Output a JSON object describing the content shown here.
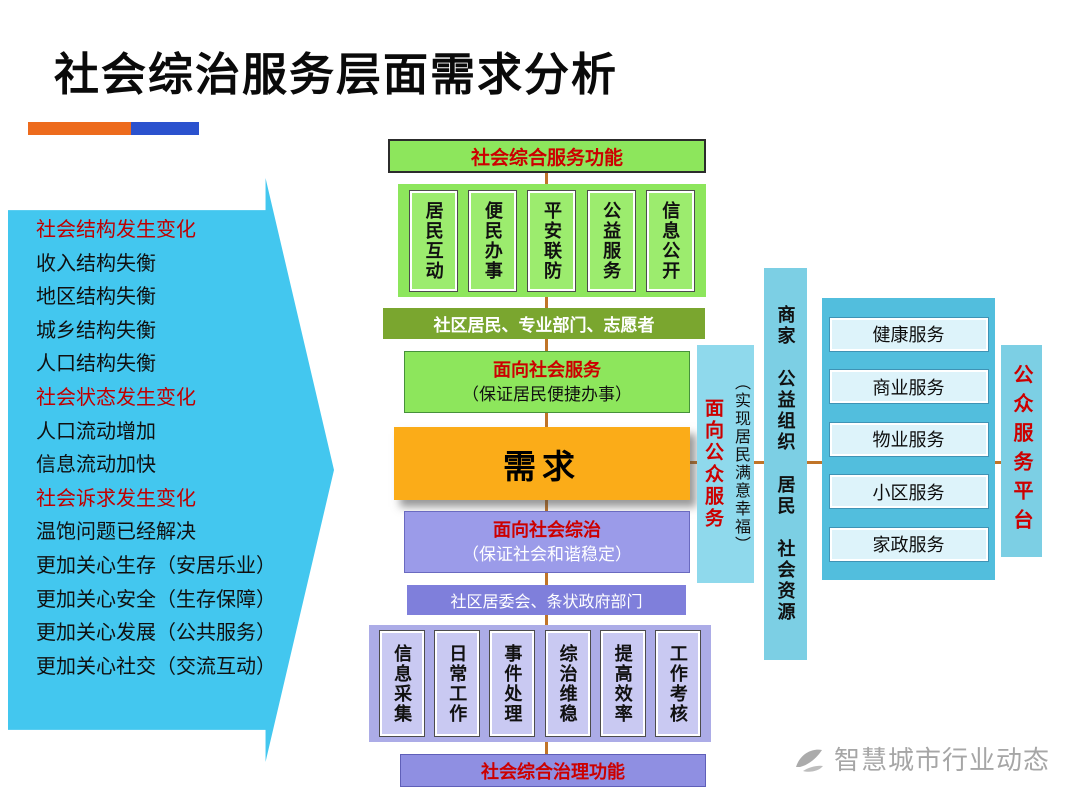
{
  "title": "社会综治服务层面需求分析",
  "colors": {
    "arrow_cyan": "#43C7EF",
    "green": "#8DE65C",
    "olive": "#7AA62F",
    "orange": "#FBAC18",
    "purple_light": "#9B9BE9",
    "purple": "#7F7FDB",
    "cyan_strip": "#7CCFE4",
    "connector": "#C07428",
    "red_text": "#CC0000",
    "bar_orange": "#ED6B1D",
    "bar_blue": "#2B52CE"
  },
  "left_arrow": {
    "items": [
      {
        "text": "社会结构发生变化",
        "emphasis": true
      },
      {
        "text": "收入结构失衡",
        "emphasis": false
      },
      {
        "text": "地区结构失衡",
        "emphasis": false
      },
      {
        "text": "城乡结构失衡",
        "emphasis": false
      },
      {
        "text": "人口结构失衡",
        "emphasis": false
      },
      {
        "text": "社会状态发生变化",
        "emphasis": true
      },
      {
        "text": "人口流动增加",
        "emphasis": false
      },
      {
        "text": "信息流动加快",
        "emphasis": false
      },
      {
        "text": "社会诉求发生变化",
        "emphasis": true
      },
      {
        "text": "温饱问题已经解决",
        "emphasis": false
      },
      {
        "text": "更加关心生存（安居乐业）",
        "emphasis": false
      },
      {
        "text": "更加关心安全（生存保障）",
        "emphasis": false
      },
      {
        "text": "更加关心发展（公共服务）",
        "emphasis": false
      },
      {
        "text": "更加关心社交（交流互动）",
        "emphasis": false
      }
    ]
  },
  "center": {
    "top_function": "社会综合服务功能",
    "service_items": [
      "居民互动",
      "便民办事",
      "平安联防",
      "公益服务",
      "信息公开"
    ],
    "service_actors": "社区居民、专业部门、志愿者",
    "social_service": {
      "title": "面向社会服务",
      "subtitle": "（保证居民便捷办事）"
    },
    "demand": "需求",
    "governance": {
      "title": "面向社会综治",
      "subtitle": "（保证社会和谐稳定）"
    },
    "governance_actors": "社区居委会、条状政府部门",
    "governance_items": [
      "信息采集",
      "日常工作",
      "事件处理",
      "综治维稳",
      "提高效率",
      "工作考核"
    ],
    "bottom_function": "社会综合治理功能"
  },
  "right": {
    "public_service": {
      "title": "面向公众服务",
      "subtitle": "（实现居民满意幸福）"
    },
    "resources": [
      "商家",
      "公益组织",
      "居民",
      "社会资源"
    ],
    "services": [
      "健康服务",
      "商业服务",
      "物业服务",
      "小区服务",
      "家政服务"
    ],
    "platform": "公众服务平台"
  },
  "watermark": {
    "text": "智慧城市行业动态"
  }
}
